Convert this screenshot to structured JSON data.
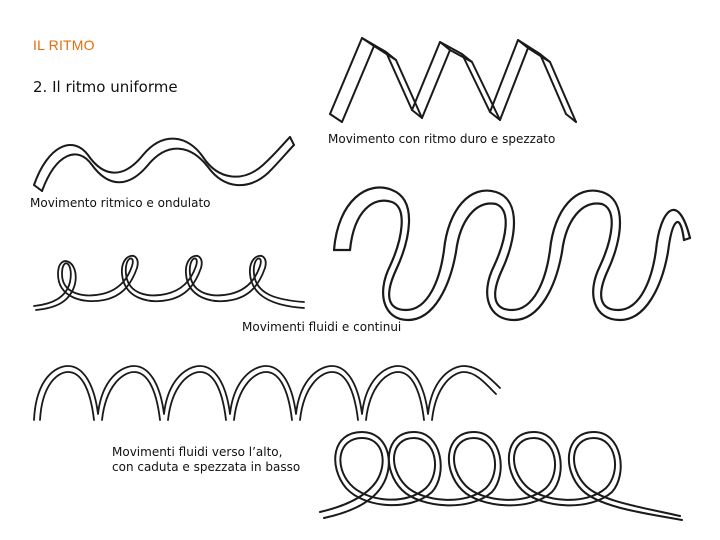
{
  "slide": {
    "title": "IL RITMO",
    "subtitle": "2. Il ritmo uniforme",
    "captions": {
      "zigzag": "Movimento con ritmo duro e spezzato",
      "wave": "Movimento ritmico e ondulato",
      "coil": "Movimenti fluidi e continui",
      "loops_line1": "Movimenti fluidi verso l’alto,",
      "loops_line2": "con caduta e spezzata in basso"
    },
    "colors": {
      "title": "#e46c0a",
      "text": "#111111",
      "drawing": "#1a1a1a",
      "background": "#ffffff"
    }
  }
}
